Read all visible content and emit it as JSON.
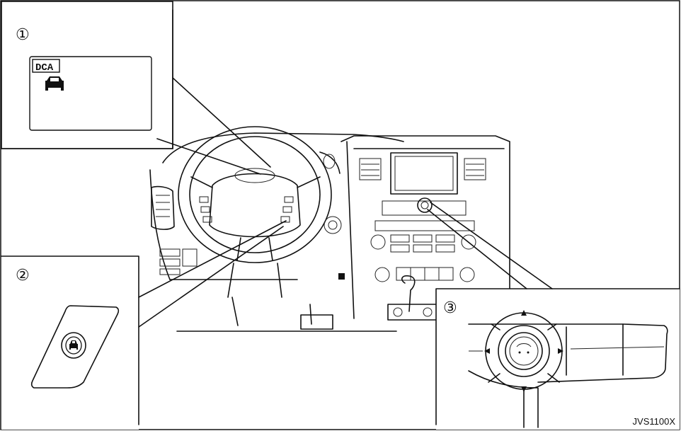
{
  "callouts": [
    {
      "number": "①"
    },
    {
      "number": "②"
    },
    {
      "number": "③"
    }
  ],
  "indicator": {
    "label": "DCA",
    "icon": "car-icon"
  },
  "switch_icon": "car-distance-icon",
  "figure_code": "JVS1100X",
  "colors": {
    "line": "#111111",
    "background": "#ffffff"
  }
}
